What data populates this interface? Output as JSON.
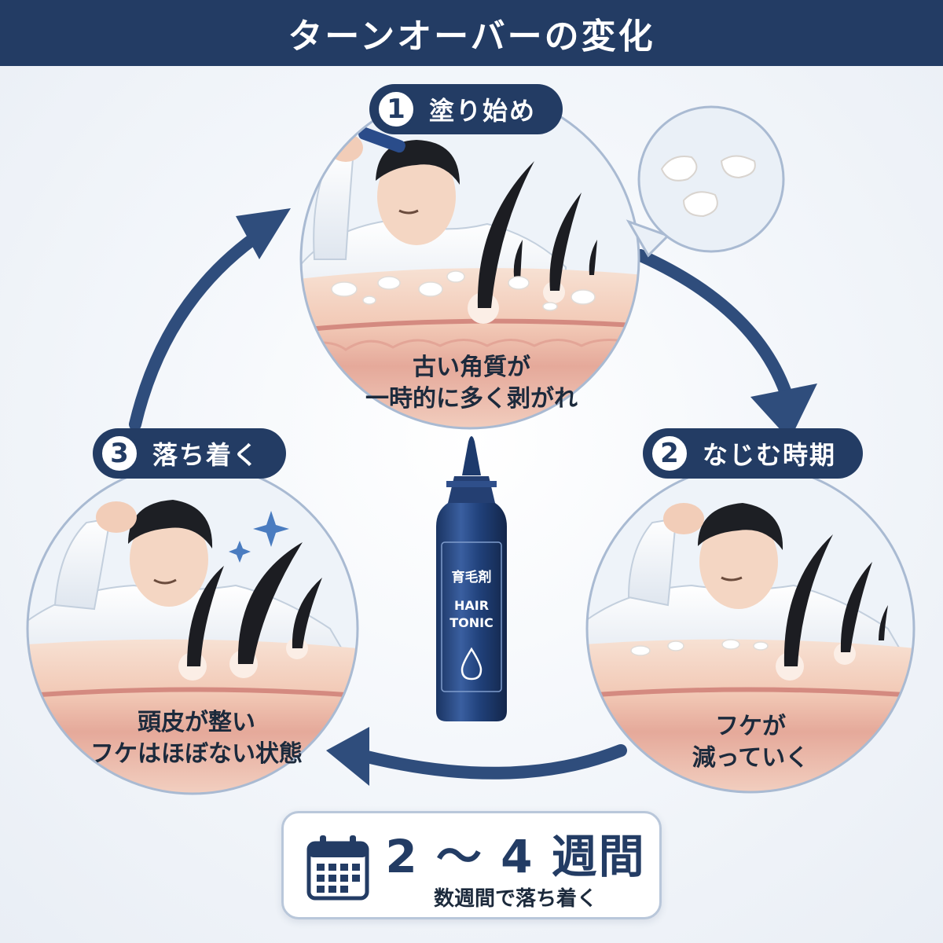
{
  "title": "ターンオーバーの変化",
  "stages": [
    {
      "number": "1",
      "label": "塗り始め",
      "caption_lines": [
        "古い角質が",
        "一時的に多く剥がれ"
      ]
    },
    {
      "number": "2",
      "label": "なじむ時期",
      "caption_lines": [
        "フケが",
        "減っていく"
      ]
    },
    {
      "number": "3",
      "label": "落ち着く",
      "caption_lines": [
        "頭皮が整い",
        "フケはほぼない状態"
      ]
    }
  ],
  "bottle": {
    "name": "育毛剤",
    "line1": "HAIR",
    "line2": "TONIC"
  },
  "period": {
    "value": "2 ～ 4 週間",
    "note": "数週間で落ち着く"
  },
  "icons": [
    "calendar-icon",
    "water-drop-icon",
    "sparkle-icon",
    "cycle-arrow-icon"
  ],
  "colors": {
    "navy": "#233c64",
    "skin": "#f3d3c4",
    "circle_border": "#a9bad2"
  }
}
